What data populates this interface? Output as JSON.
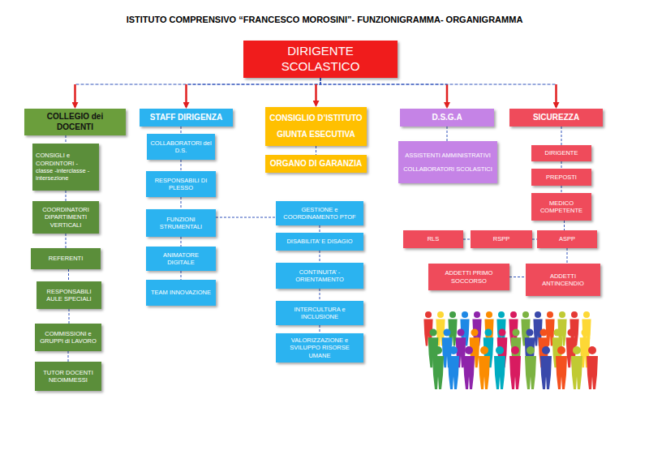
{
  "diagram": {
    "title": "ISTITUTO COMPRENSIVO “FRANCESCO MOROSINI”- FUNZIONIGRAMMA- ORGANIGRAMMA",
    "nodes": [
      {
        "text": [
          "DIRIGENTE SCOLASTICO"
        ]
      },
      {
        "text": [
          "COLLEGIO dei DOCENTI"
        ]
      },
      {
        "text": [
          "STAFF DIRIGENZA"
        ]
      },
      {
        "text": [
          "CONSIGLIO D’ISTITUTO",
          "GIUNTA ESECUTIVA"
        ]
      },
      {
        "text": [
          "ORGANO DI GARANZIA"
        ]
      },
      {
        "text": [
          "D.S.G.A"
        ]
      },
      {
        "text": [
          "SICUREZZA"
        ]
      },
      {
        "text": [
          "CONSIGLI e CORDINTORI - classe -interclasse - intersezione"
        ]
      },
      {
        "text": [
          "COORDINATORI DIPARTIMENTI VERTICALI"
        ]
      },
      {
        "text": [
          "REFERENTI"
        ]
      },
      {
        "text": [
          "RESPONSABILI AULE SPECIALI"
        ]
      },
      {
        "text": [
          "COMMISSIONI e GRUPPI di LAVORO"
        ]
      },
      {
        "text": [
          "TUTOR DOCENTI NEOIMMESSI"
        ]
      },
      {
        "text": [
          "COLLABORATORI del D.S."
        ]
      },
      {
        "text": [
          "RESPONSABILI DI PLESSO"
        ]
      },
      {
        "text": [
          "FUNZIONI STRUMENTALI"
        ]
      },
      {
        "text": [
          "ANIMATORE DIGITALE"
        ]
      },
      {
        "text": [
          "TEAM INNOVAZIONE"
        ]
      },
      {
        "text": [
          "GESTIONE e COORDINAMENTO PTOF"
        ]
      },
      {
        "text": [
          "DISABILITA’ E DISAGIO"
        ]
      },
      {
        "text": [
          "CONTINUITA’ - ORIENTAMENTO"
        ]
      },
      {
        "text": [
          "INTERCULTURA e INCLUSIONE"
        ]
      },
      {
        "text": [
          "VALORIZZAZIONE e SVILUPPO RISORSE UMANE"
        ]
      },
      {
        "text": [
          "ASSISTENTI AMMINISTRATIVI",
          "COLLABORATORI SCOLASTICI"
        ]
      },
      {
        "text": [
          "DIRIGENTE"
        ]
      },
      {
        "text": [
          "PREPOSTI"
        ]
      },
      {
        "text": [
          "MEDICO COMPETENTE"
        ]
      },
      {
        "text": [
          "RLS"
        ]
      },
      {
        "text": [
          "RSPP"
        ]
      },
      {
        "text": [
          "ASPP"
        ]
      },
      {
        "text": [
          "ADDETTI PRIMO SOCCORSO"
        ]
      },
      {
        "text": [
          "ADDETTI ANTINCENDIO"
        ]
      }
    ],
    "edges": [
      {
        "from": 0,
        "to": 1,
        "arrow": "to"
      },
      {
        "from": 0,
        "to": 2,
        "arrow": "to"
      },
      {
        "from": 0,
        "to": 3,
        "arrow": "to"
      },
      {
        "from": 0,
        "to": 5,
        "arrow": "to"
      },
      {
        "from": 0,
        "to": 6,
        "arrow": "to"
      },
      {
        "from": 1,
        "to": 7,
        "arrow": "none"
      },
      {
        "from": 7,
        "to": 8,
        "arrow": "none"
      },
      {
        "from": 8,
        "to": 9,
        "arrow": "none"
      },
      {
        "from": 9,
        "to": 10,
        "arrow": "none"
      },
      {
        "from": 10,
        "to": 11,
        "arrow": "none"
      },
      {
        "from": 11,
        "to": 12,
        "arrow": "none"
      },
      {
        "from": 2,
        "to": 13,
        "arrow": "none"
      },
      {
        "from": 13,
        "to": 14,
        "arrow": "none"
      },
      {
        "from": 14,
        "to": 15,
        "arrow": "none"
      },
      {
        "from": 15,
        "to": 16,
        "arrow": "none"
      },
      {
        "from": 16,
        "to": 17,
        "arrow": "none"
      },
      {
        "from": 15,
        "to": 18,
        "arrow": "none"
      },
      {
        "from": 18,
        "to": 19,
        "arrow": "none"
      },
      {
        "from": 19,
        "to": 20,
        "arrow": "none"
      },
      {
        "from": 20,
        "to": 21,
        "arrow": "none"
      },
      {
        "from": 21,
        "to": 22,
        "arrow": "none"
      },
      {
        "from": 3,
        "to": 4,
        "arrow": "none"
      },
      {
        "from": 5,
        "to": 23,
        "arrow": "none"
      },
      {
        "from": 6,
        "to": 24,
        "arrow": "none"
      },
      {
        "from": 24,
        "to": 25,
        "arrow": "none"
      },
      {
        "from": 25,
        "to": 26,
        "arrow": "none"
      },
      {
        "from": 26,
        "to": 29,
        "arrow": "none"
      },
      {
        "from": 27,
        "to": 28,
        "arrow": "none"
      },
      {
        "from": 28,
        "to": 29,
        "arrow": "none"
      },
      {
        "from": 29,
        "to": 31,
        "arrow": "none"
      },
      {
        "from": 30,
        "to": 31,
        "arrow": "none"
      }
    ]
  }
}
